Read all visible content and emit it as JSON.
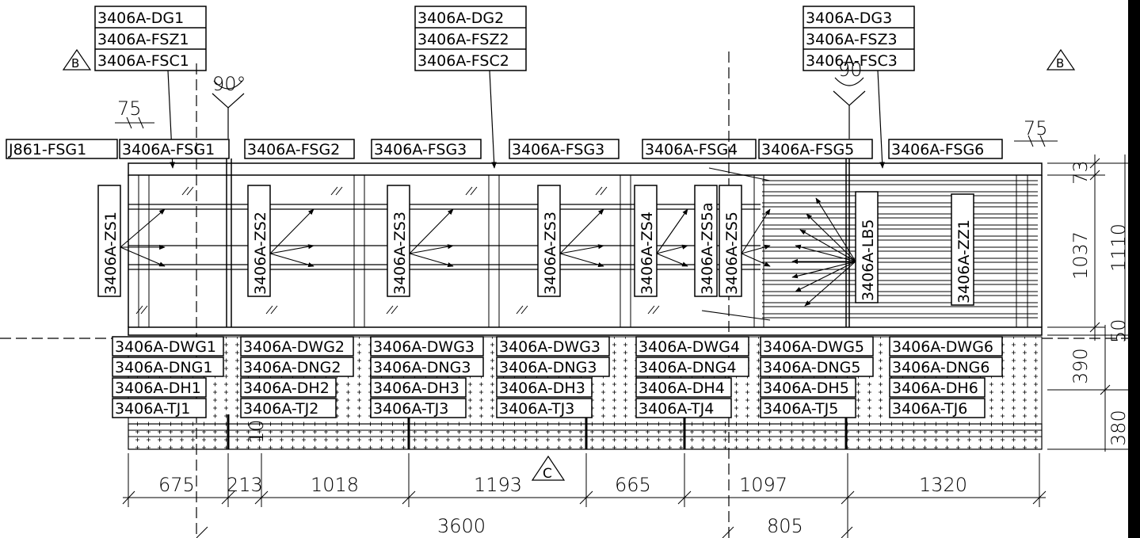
{
  "header_tags": {
    "left": [
      "3406A-DG1",
      "3406A-FSZ1",
      "3406A-FSC1"
    ],
    "center": [
      "3406A-DG2",
      "3406A-FSZ2",
      "3406A-FSC2"
    ],
    "right": [
      "3406A-DG3",
      "3406A-FSZ3",
      "3406A-FSC3"
    ]
  },
  "section_marks": {
    "top_left": "B",
    "top_right": "B",
    "bottom": "C"
  },
  "angle_marks": {
    "left": "90°",
    "right": "90"
  },
  "dim_75_left": "75",
  "dim_75_right": "75",
  "fsg_labels": [
    "J861-FSG1",
    "3406A-FSG1",
    "3406A-FSG2",
    "3406A-FSG3",
    "3406A-FSG3",
    "3406A-FSG4",
    "3406A-FSG5",
    "3406A-FSG6"
  ],
  "vertical_tags": [
    "3406A-ZS1",
    "3406A-ZS2",
    "3406A-ZS3",
    "3406A-ZS3",
    "3406A-ZS4",
    "3406A-ZS5a",
    "3406A-ZS5",
    "3406A-LB5",
    "3406A-ZZ1"
  ],
  "bottom_groups": [
    [
      "3406A-DWG1",
      "3406A-DNG1",
      "3406A-DH1",
      "3406A-TJ1"
    ],
    [
      "3406A-DWG2",
      "3406A-DNG2",
      "3406A-DH2",
      "3406A-TJ2"
    ],
    [
      "3406A-DWG3",
      "3406A-DNG3",
      "3406A-DH3",
      "3406A-TJ3"
    ],
    [
      "3406A-DWG3",
      "3406A-DNG3",
      "3406A-DH3",
      "3406A-TJ3"
    ],
    [
      "3406A-DWG4",
      "3406A-DNG4",
      "3406A-DH4",
      "3406A-TJ4"
    ],
    [
      "3406A-DWG5",
      "3406A-DNG5",
      "3406A-DH5",
      "3406A-TJ5"
    ],
    [
      "3406A-DWG6",
      "3406A-DNG6",
      "3406A-DH6",
      "3406A-TJ6"
    ]
  ],
  "right_dims": [
    "73",
    "1037",
    "1110",
    "50",
    "390",
    "380"
  ],
  "bottom_dims": [
    "675",
    "213",
    "1018",
    "1193",
    "665",
    "1097",
    "1320"
  ],
  "overall_dims": [
    "3600",
    "805"
  ],
  "partial_text": [
    "10"
  ]
}
